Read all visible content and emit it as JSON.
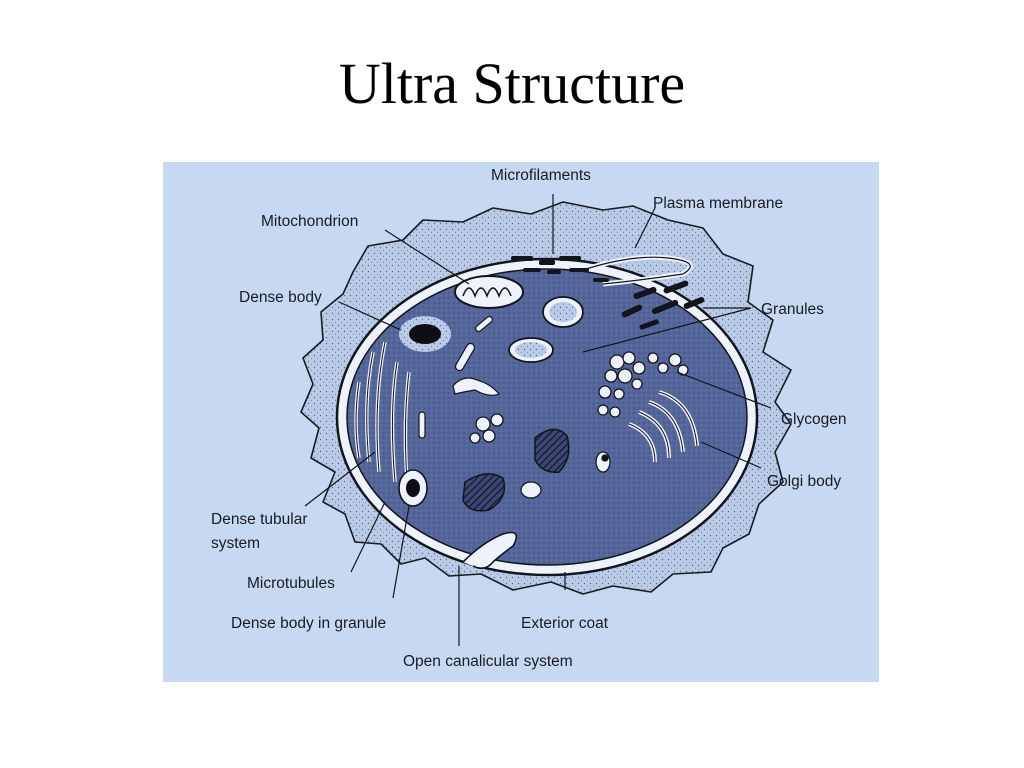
{
  "title": "Ultra Structure",
  "colors": {
    "panel_background": "#c7d9f2",
    "cytoplasm": "#55679a",
    "exterior_coat": "#b9cbe6",
    "ink": "#14141c"
  },
  "labels": {
    "microfilaments": "Microfilaments",
    "plasma_membrane": "Plasma membrane",
    "mitochondrion": "Mitochondrion",
    "dense_body": "Dense body",
    "granules": "Granules",
    "glycogen": "Glycogen",
    "golgi_body": "Golgi body",
    "dense_tubular_line1": "Dense tubular",
    "dense_tubular_line2": "system",
    "microtubules": "Microtubules",
    "dense_body_in_granule": "Dense body in granule",
    "exterior_coat": "Exterior coat",
    "open_canalicular_system": "Open canalicular system"
  }
}
